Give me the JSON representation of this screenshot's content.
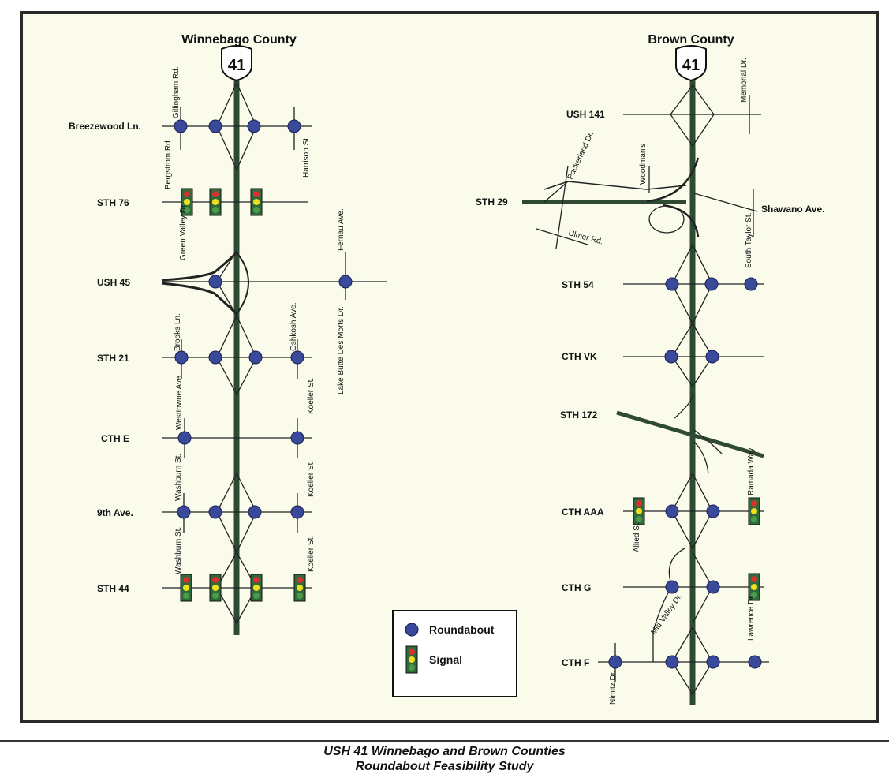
{
  "winnebago": {
    "title": "Winnebago County",
    "shield": "41",
    "interchanges": [
      {
        "name": "Breezewood Ln."
      },
      {
        "name": "STH 76"
      },
      {
        "name": "USH 45"
      },
      {
        "name": "STH 21"
      },
      {
        "name": "CTH E"
      },
      {
        "name": "9th Ave."
      },
      {
        "name": "STH 44"
      }
    ],
    "side_labels": [
      {
        "text": "Gillingham Rd."
      },
      {
        "text": "Bergstrom Rd."
      },
      {
        "text": "Harrison St."
      },
      {
        "text": "Green Valley Dr."
      },
      {
        "text": "Fernau Ave."
      },
      {
        "text": "Lake Butte Des Morts Dr."
      },
      {
        "text": "Brooks Ln."
      },
      {
        "text": "Oshkosh Ave."
      },
      {
        "text": "Westtowne Ave."
      },
      {
        "text": "Koeller St."
      },
      {
        "text": "Washburn St."
      },
      {
        "text": "Koeller St."
      },
      {
        "text": "Washburn St."
      },
      {
        "text": "Koeller St."
      }
    ]
  },
  "brown": {
    "title": "Brown County",
    "shield": "41",
    "interchanges": [
      {
        "name": "USH 141"
      },
      {
        "name": "STH 29"
      },
      {
        "name": "STH 54"
      },
      {
        "name": "CTH VK"
      },
      {
        "name": "STH 172"
      },
      {
        "name": "CTH AAA"
      },
      {
        "name": "CTH G"
      },
      {
        "name": "CTH F"
      }
    ],
    "side_labels": [
      {
        "text": "Memorial Dr."
      },
      {
        "text": "Packerland Dr."
      },
      {
        "text": "Woodman's"
      },
      {
        "text": "Shawano Ave."
      },
      {
        "text": "Ulmer Rd."
      },
      {
        "text": "South Taylor St."
      },
      {
        "text": "Ramada Way"
      },
      {
        "text": "Allied St."
      },
      {
        "text": "Mid Valley Dr."
      },
      {
        "text": "Lawrence Dr."
      },
      {
        "text": "Nimitz Dr."
      }
    ]
  },
  "legend": {
    "roundabout_label": "Roundabout",
    "signal_label": "Signal"
  },
  "caption": {
    "line1": "USH 41 Winnebago and Brown Counties",
    "line2": "Roundabout Feasibility Study"
  },
  "colors": {
    "background": "#fbfbec",
    "frame": "#2a2a2a",
    "highway": "#2f4a33",
    "roundabout": "#3a4a9a",
    "signal_body": "#2f6b3a",
    "signal_red": "#d83030",
    "signal_yellow": "#f0e020",
    "signal_green": "#4a9a4a"
  }
}
